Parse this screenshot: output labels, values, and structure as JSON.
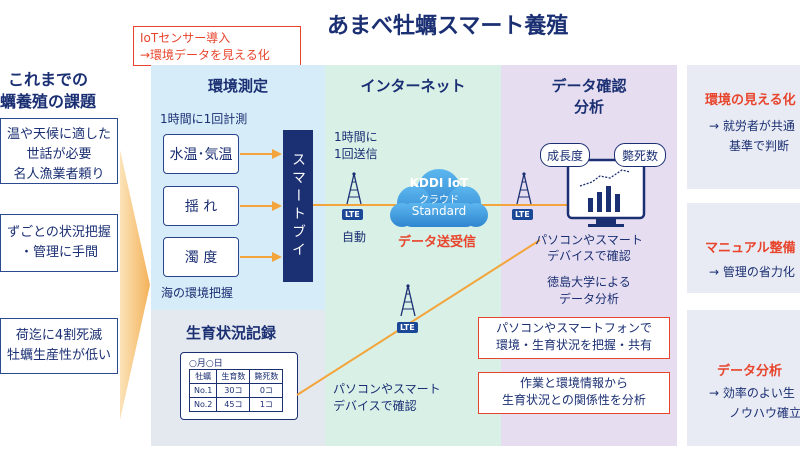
{
  "title": "あまべ牡蠣スマート養殖",
  "tag": {
    "line1": "IoTセンサー導入",
    "line2": "→環境データを見える化"
  },
  "left": {
    "heading1": "これまでの",
    "heading2": "蠣養殖の課題",
    "cards": [
      {
        "line1": "温や天候に適した",
        "line2": "世話が必要",
        "line3": "名人漁業者頼り"
      },
      {
        "line1": "ずごとの状況把握",
        "line2": "・管理に手間"
      },
      {
        "line1": "荷迄に4割死滅",
        "line2": "牡蠣生産性が低い"
      }
    ]
  },
  "env": {
    "header": "環境測定",
    "freq": "1時間に1回計測",
    "sensors": [
      "水温･気温",
      "揺 れ",
      "濁 度"
    ],
    "buoy": "スマートブイ",
    "caption": "海の環境把握"
  },
  "growth": {
    "header": "生育状況記録",
    "date": "○月○日",
    "table": {
      "headers": [
        "牡蠣",
        "生育数",
        "斃死数"
      ],
      "rows": [
        [
          "No.1",
          "30コ",
          "0コ"
        ],
        [
          "No.2",
          "45コ",
          "1コ"
        ]
      ]
    }
  },
  "internet": {
    "header": "インターネット",
    "freq1": "1時間に",
    "freq2": "1回送信",
    "lte": "LTE",
    "auto": "自動",
    "cloud1": "KDDI IoT",
    "cloud2": "クラウド",
    "cloud3": "Standard",
    "sendrecv": "データ送受信",
    "pc1": "パソコンやスマート",
    "pc2": "デバイスで確認"
  },
  "data": {
    "header1": "データ確認",
    "header2": "分析",
    "badge_growth": "成長度",
    "badge_death": "斃死数",
    "pc1": "パソコンやスマート",
    "pc2": "デバイスで確認",
    "uni1": "徳島大学による",
    "uni2": "データ分析"
  },
  "redbox1": {
    "line1": "パソコンやスマートフォンで",
    "line2": "環境・生育状況を把握・共有"
  },
  "redbox2": {
    "line1": "作業と環境情報から",
    "line2": "生育状況との関係性を分析"
  },
  "right": [
    {
      "title": "環境の見える化",
      "line1": "→ 就労者が共通",
      "line2": "基準で判断"
    },
    {
      "title": "マニュアル整備",
      "line1": "→ 管理の省力化"
    },
    {
      "title": "データ分析",
      "line1": "→ 効率のよい生",
      "line2": "ノウハウ確立"
    }
  ],
  "colors": {
    "navy": "#1b2f73",
    "accent_red": "#e8442c",
    "env_bg": "#d6ecf8",
    "internet_bg": "#d8f0e6",
    "data_bg": "#e6def0",
    "growth_bg": "#e4e8ef",
    "arrow_orange": "#f3a43a",
    "cloud_blue": "#3d9ee0"
  }
}
